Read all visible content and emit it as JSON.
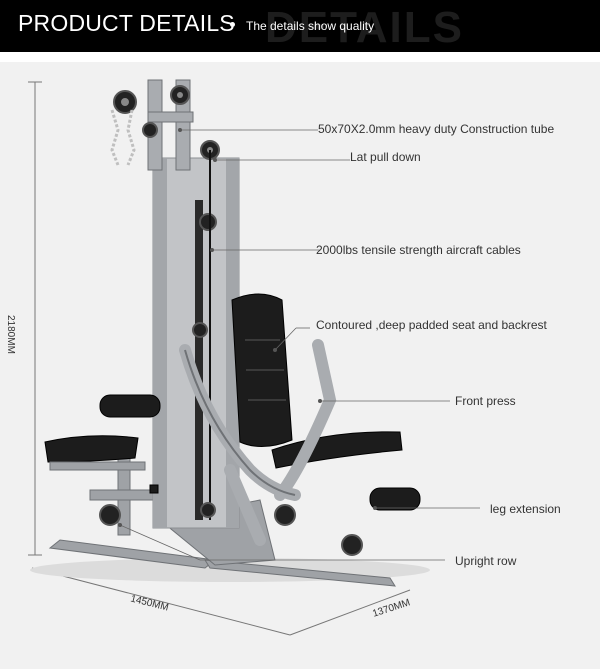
{
  "header": {
    "title": "PRODUCT DETAILS",
    "subtitle": "The details show quality",
    "ghost_text": "DETAILS"
  },
  "callouts": [
    "50x70X2.0mm heavy duty Construction tube",
    "Lat pull down",
    "2000lbs tensile strength aircraft cables",
    "Contoured ,deep padded seat and backrest",
    "Front press",
    "leg extension",
    "Upright row"
  ],
  "dimensions": {
    "height": "2180MM",
    "width": "1450MM",
    "depth": "1370MM"
  },
  "colors": {
    "header_bg": "#000000",
    "stage_bg": "#f1f1f1",
    "frame": "#a7a9ac",
    "pad": "#1e1e1e",
    "leader": "#666666"
  }
}
